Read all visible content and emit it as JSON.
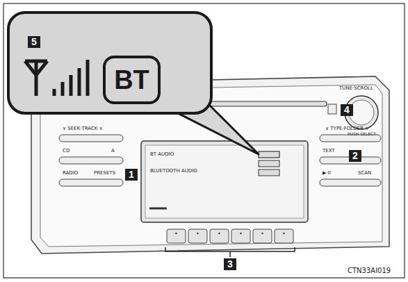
{
  "diagram": {
    "nodes": [
      {
        "text": [
          "BT"
        ]
      }
    ],
    "labels": [
      "5",
      "∨ SEEK·TRACK ∧",
      "CD",
      "A",
      "RADIO",
      "PRESETS",
      "BT AUDIO",
      "BLUETOOTH AUDIO",
      "1",
      "∨ TYPE·FOLDER ∧",
      "TEXT",
      "▶·II",
      "SCAN",
      "2",
      "TUNE·SCROLL",
      "4",
      "PUSH SELECT",
      "3",
      "CTN33AI019"
    ]
  }
}
